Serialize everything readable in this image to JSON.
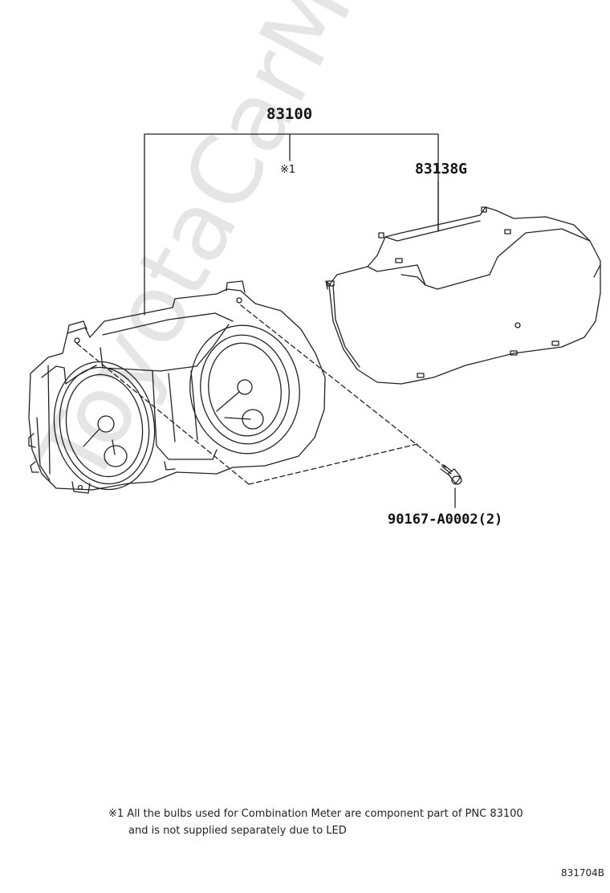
{
  "labels": {
    "assembly": "83100",
    "assembly_note_ref": "※1",
    "cover": "83138G",
    "screw": "90167-A0002(2)"
  },
  "notes": {
    "line1": "※1 All the bulbs used for Combination Meter are component part of PNC 83100",
    "line2": "and is not supplied separately due to LED"
  },
  "diagram_code": "831704B",
  "watermark": "ToyotaCarMine.ru"
}
